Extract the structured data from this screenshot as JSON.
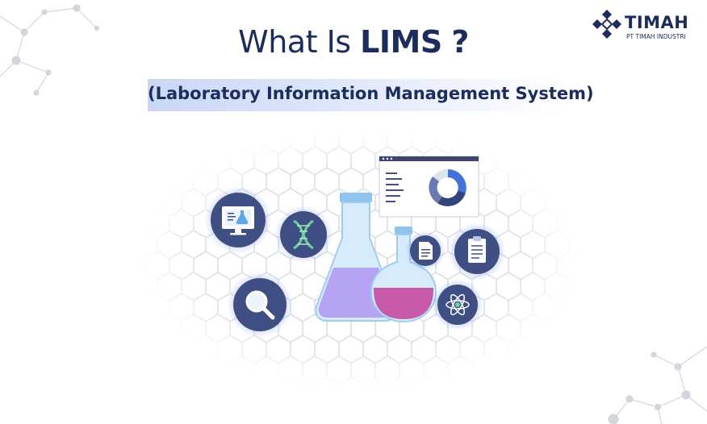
{
  "header": {
    "title_regular": "What Is",
    "title_bold": "LIMS",
    "title_mark": "?",
    "subtitle": "(Laboratory Information Management System)"
  },
  "logo": {
    "name": "TIMAH",
    "subtitle": "PT TIMAH INDUSTRI"
  },
  "colors": {
    "navy": "#1c2c5c",
    "icon_circle": "#3f4f84",
    "flask_liquid": "#b6a3f3",
    "round_flask_liquid": "#c65aa8",
    "glass": "#a8d2f2",
    "subtitle_band": "#c9d6f5",
    "hex_pattern": "#d9dde4"
  },
  "icons": [
    "monitor-flask-icon",
    "dna-icon",
    "magnifier-icon",
    "document-icon",
    "clipboard-icon",
    "atom-icon",
    "dashboard-donut-icon",
    "conical-flask-icon",
    "round-flask-icon",
    "timah-logo-icon"
  ]
}
